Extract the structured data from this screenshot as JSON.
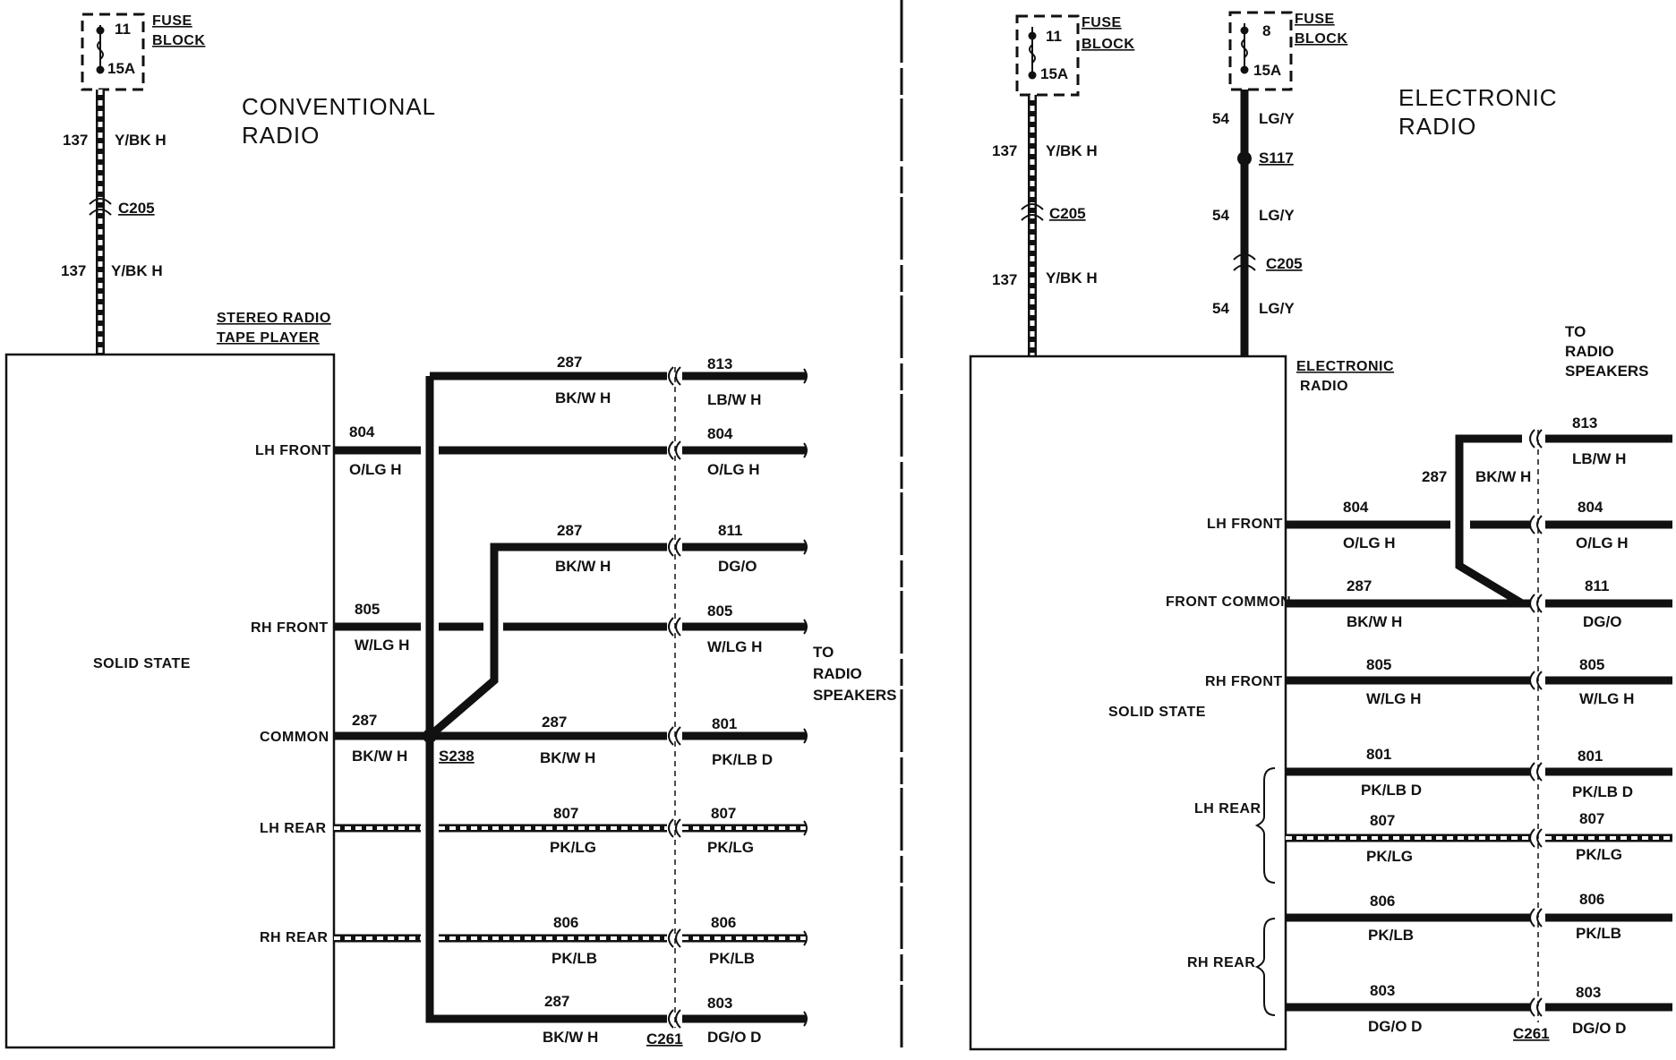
{
  "left": {
    "title_line1": "CONVENTIONAL",
    "title_line2": "RADIO",
    "fuse_number": "11",
    "fuse_rating": "15A",
    "fuse_label_1": "FUSE",
    "fuse_label_2": "BLOCK",
    "feed_circuit_1": "137",
    "feed_color_1": "Y/BK H",
    "feed_connector": "C205",
    "feed_circuit_2": "137",
    "feed_color_2": "Y/BK H",
    "unit_label_1": "STEREO RADIO",
    "unit_label_2": "TAPE PLAYER",
    "unit_inner": "SOLID STATE",
    "pin_lh_front": "LH FRONT",
    "pin_rh_front": "RH FRONT",
    "pin_common": "COMMON",
    "pin_lh_rear": "LH REAR",
    "pin_rh_rear": "RH REAR",
    "splice": "S238",
    "connector": "C261",
    "to_speakers_1": "TO",
    "to_speakers_2": "RADIO",
    "to_speakers_3": "SPEAKERS",
    "wires": [
      {
        "in_num": "287",
        "in_color": "BK/W H",
        "out_num": "813",
        "out_color": "LB/W H"
      },
      {
        "in_num": "804",
        "in_color": "O/LG H",
        "out_num": "804",
        "out_color": "O/LG H"
      },
      {
        "in_num": "287",
        "in_color": "BK/W H",
        "out_num": "811",
        "out_color": "DG/O"
      },
      {
        "in_num": "805",
        "in_color": "W/LG H",
        "out_num": "805",
        "out_color": "W/LG H"
      },
      {
        "in_num": "287",
        "in_color": "BK/W H",
        "out_num": "801",
        "out_color": "PK/LB D"
      },
      {
        "in_num": "807",
        "in_color": "PK/LG",
        "out_num": "807",
        "out_color": "PK/LG"
      },
      {
        "in_num": "806",
        "in_color": "PK/LB",
        "out_num": "806",
        "out_color": "PK/LB"
      },
      {
        "in_num": "287",
        "in_color": "BK/W H",
        "out_num": "803",
        "out_color": "DG/O D"
      }
    ],
    "common_num": "287",
    "common_color": "BK/W H"
  },
  "right": {
    "title_line1": "ELECTRONIC",
    "title_line2": "RADIO",
    "fuse1_number": "11",
    "fuse1_rating": "15A",
    "fuse2_number": "8",
    "fuse2_rating": "15A",
    "fuse_label_1": "FUSE",
    "fuse_label_2": "BLOCK",
    "feed1_circuit_1": "137",
    "feed1_color_1": "Y/BK H",
    "feed1_connector": "C205",
    "feed1_circuit_2": "137",
    "feed1_color_2": "Y/BK H",
    "feed2_circuit_1": "54",
    "feed2_color_1": "LG/Y",
    "feed2_splice": "S117",
    "feed2_circuit_2": "54",
    "feed2_color_2": "LG/Y",
    "feed2_connector": "C205",
    "feed2_circuit_3": "54",
    "feed2_color_3": "LG/Y",
    "unit_label_1": "ELECTRONIC",
    "unit_label_2": "RADIO",
    "unit_inner": "SOLID STATE",
    "to_speakers_1": "TO",
    "to_speakers_2": "RADIO",
    "to_speakers_3": "SPEAKERS",
    "pin_lh_front": "LH FRONT",
    "pin_front_common": "FRONT COMMON",
    "pin_rh_front": "RH FRONT",
    "pin_lh_rear": "LH REAR",
    "pin_rh_rear": "RH REAR",
    "connector": "C261",
    "top_num": "813",
    "top_color": "LB/W H",
    "jumper_num": "287",
    "jumper_color": "BK/W H",
    "wires": [
      {
        "in_num": "804",
        "in_color": "O/LG H",
        "out_num": "804",
        "out_color": "O/LG H"
      },
      {
        "in_num": "287",
        "in_color": "BK/W H",
        "out_num": "811",
        "out_color": "DG/O"
      },
      {
        "in_num": "805",
        "in_color": "W/LG H",
        "out_num": "805",
        "out_color": "W/LG H"
      },
      {
        "in_num": "801",
        "in_color": "PK/LB D",
        "out_num": "801",
        "out_color": "PK/LB D"
      },
      {
        "in_num": "807",
        "in_color": "PK/LG",
        "out_num": "807",
        "out_color": "PK/LG"
      },
      {
        "in_num": "806",
        "in_color": "PK/LB",
        "out_num": "806",
        "out_color": "PK/LB"
      },
      {
        "in_num": "803",
        "in_color": "DG/O D",
        "out_num": "803",
        "out_color": "DG/O D"
      }
    ]
  }
}
